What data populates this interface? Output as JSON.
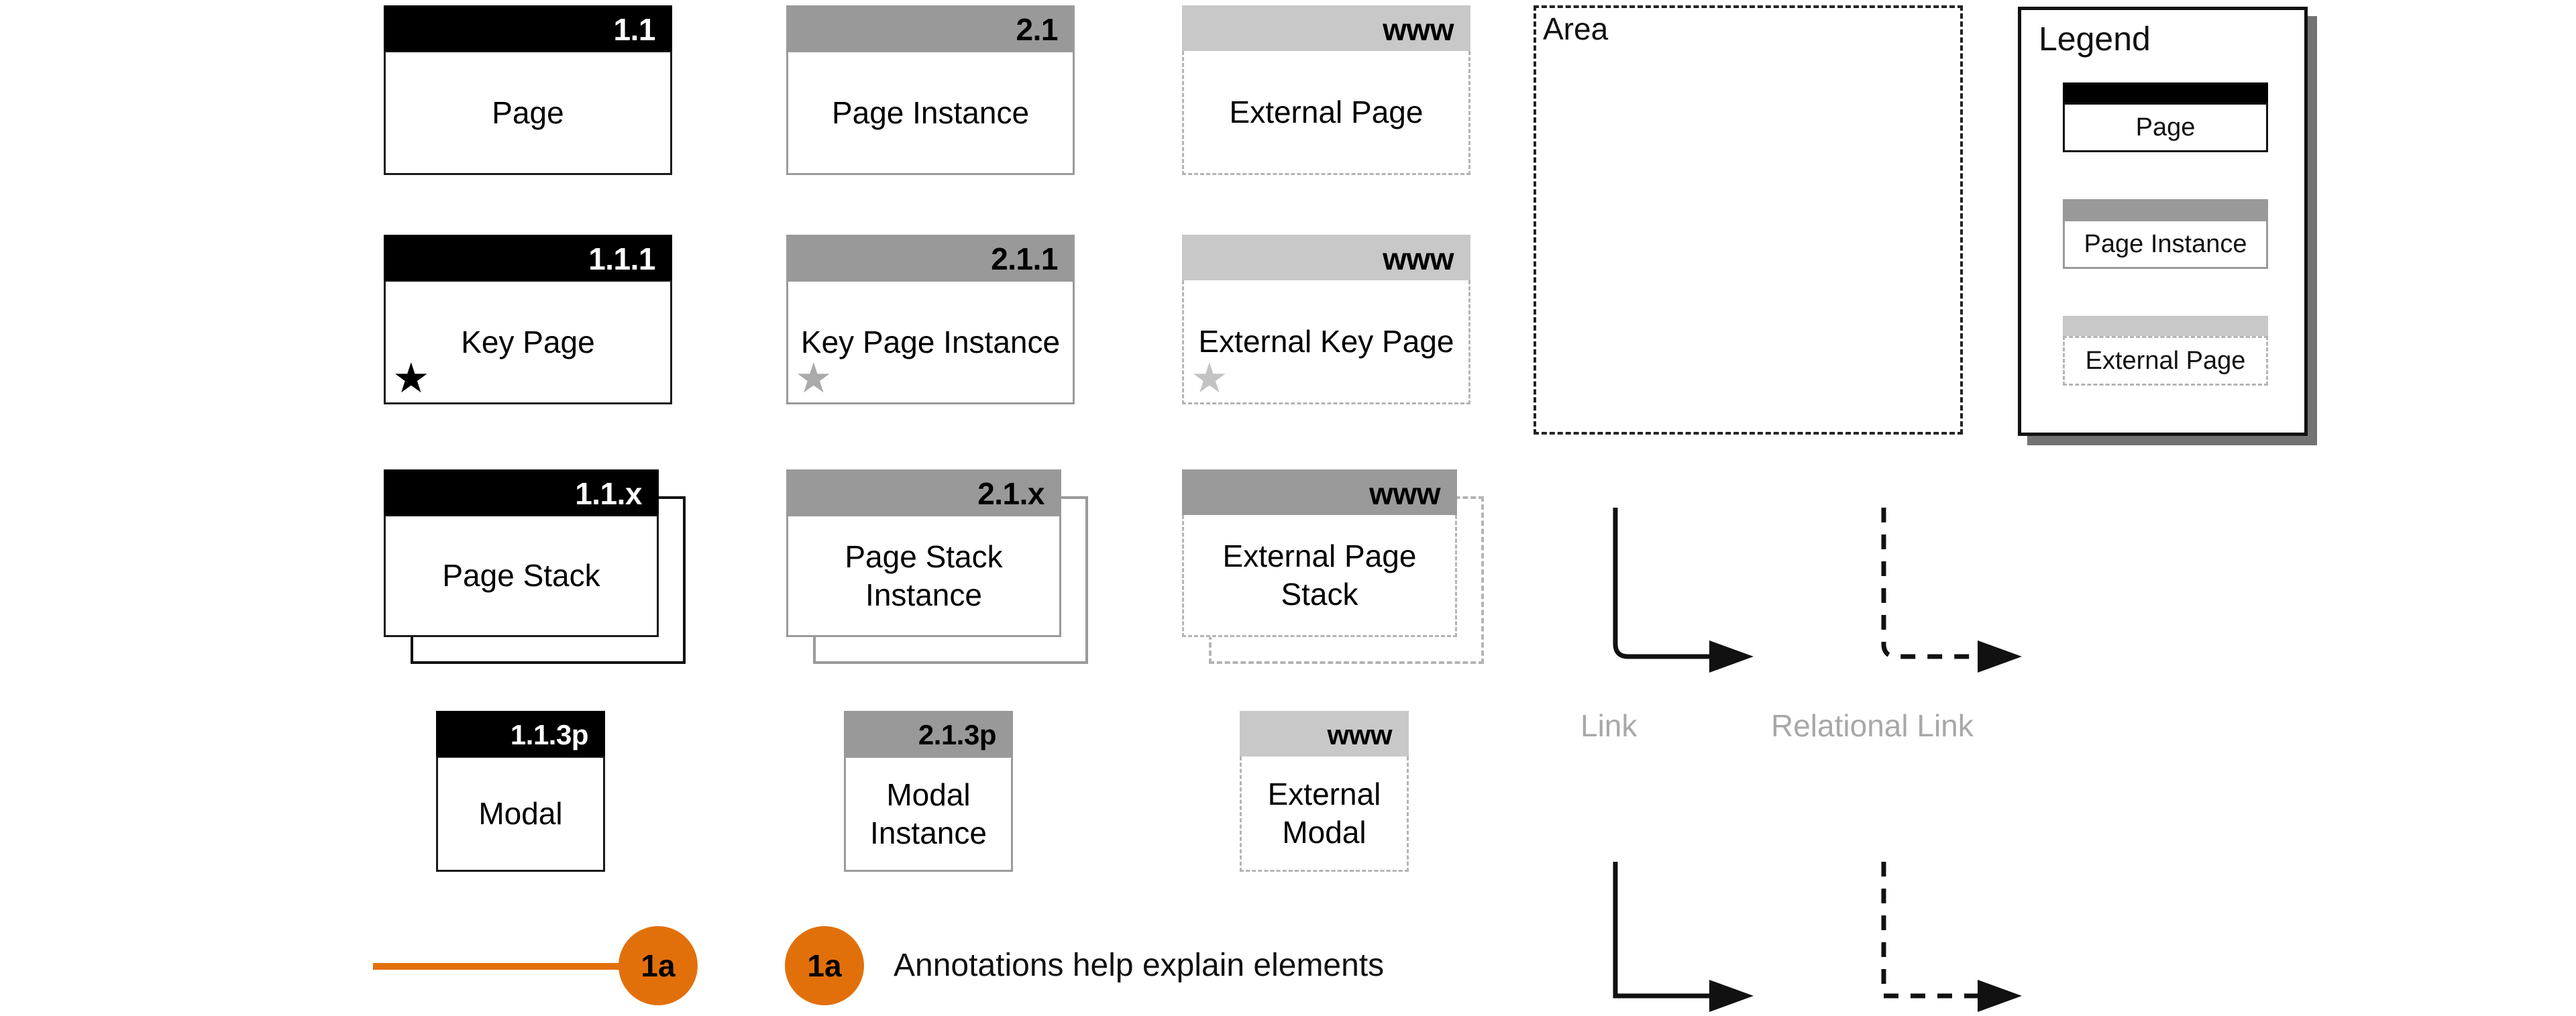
{
  "colors": {
    "page_header": "#000000",
    "instance_header": "#999999",
    "external_header": "#c8c8c8",
    "external_stack_header": "#9a9a9a",
    "annotation_orange": "#e2700a",
    "connector_label_gray": "#a8a8a8",
    "key_star_black": "#000000",
    "key_star_gray": "#aaaaaa",
    "key_star_light_gray": "#c3c3c3"
  },
  "grid": {
    "columns": [
      "page",
      "page-instance",
      "external-page"
    ],
    "rows": [
      "page",
      "key-page",
      "page-stack",
      "modal"
    ]
  },
  "nodes": {
    "page": {
      "badge": "1.1",
      "label": "Page"
    },
    "page_instance": {
      "badge": "2.1",
      "label": "Page Instance"
    },
    "external_page": {
      "badge": "www",
      "label": "External Page"
    },
    "key_page": {
      "badge": "1.1.1",
      "label": "Key Page",
      "star": "star-icon"
    },
    "key_page_instance": {
      "badge": "2.1.1",
      "label": "Key Page Instance",
      "star": "star-icon"
    },
    "external_key_page": {
      "badge": "www",
      "label": "External Key Page",
      "star": "star-icon"
    },
    "page_stack": {
      "badge": "1.1.x",
      "label": "Page Stack"
    },
    "page_stack_instance": {
      "badge": "2.1.x",
      "label": "Page Stack Instance"
    },
    "external_page_stack": {
      "badge": "www",
      "label": "External Page Stack"
    },
    "modal": {
      "badge": "1.1.3p",
      "label": "Modal"
    },
    "modal_instance": {
      "badge": "2.1.3p",
      "label": "Modal Instance"
    },
    "external_modal": {
      "badge": "www",
      "label": "External Modal"
    }
  },
  "area": {
    "label": "Area"
  },
  "legend": {
    "title": "Legend",
    "items": [
      {
        "label": "Page",
        "type": "page"
      },
      {
        "label": "Page Instance",
        "type": "page-instance"
      },
      {
        "label": "External Page",
        "type": "external-page"
      }
    ]
  },
  "connectors": {
    "link": {
      "label": "Link",
      "style": "solid",
      "arrow": "arrow-right-icon"
    },
    "relational_link": {
      "label": "Relational Link",
      "style": "dashed",
      "arrow": "arrow-right-icon"
    }
  },
  "annotation": {
    "bullet_left": "1a",
    "bullet_right": "1a",
    "text": "Annotations help explain elements"
  }
}
